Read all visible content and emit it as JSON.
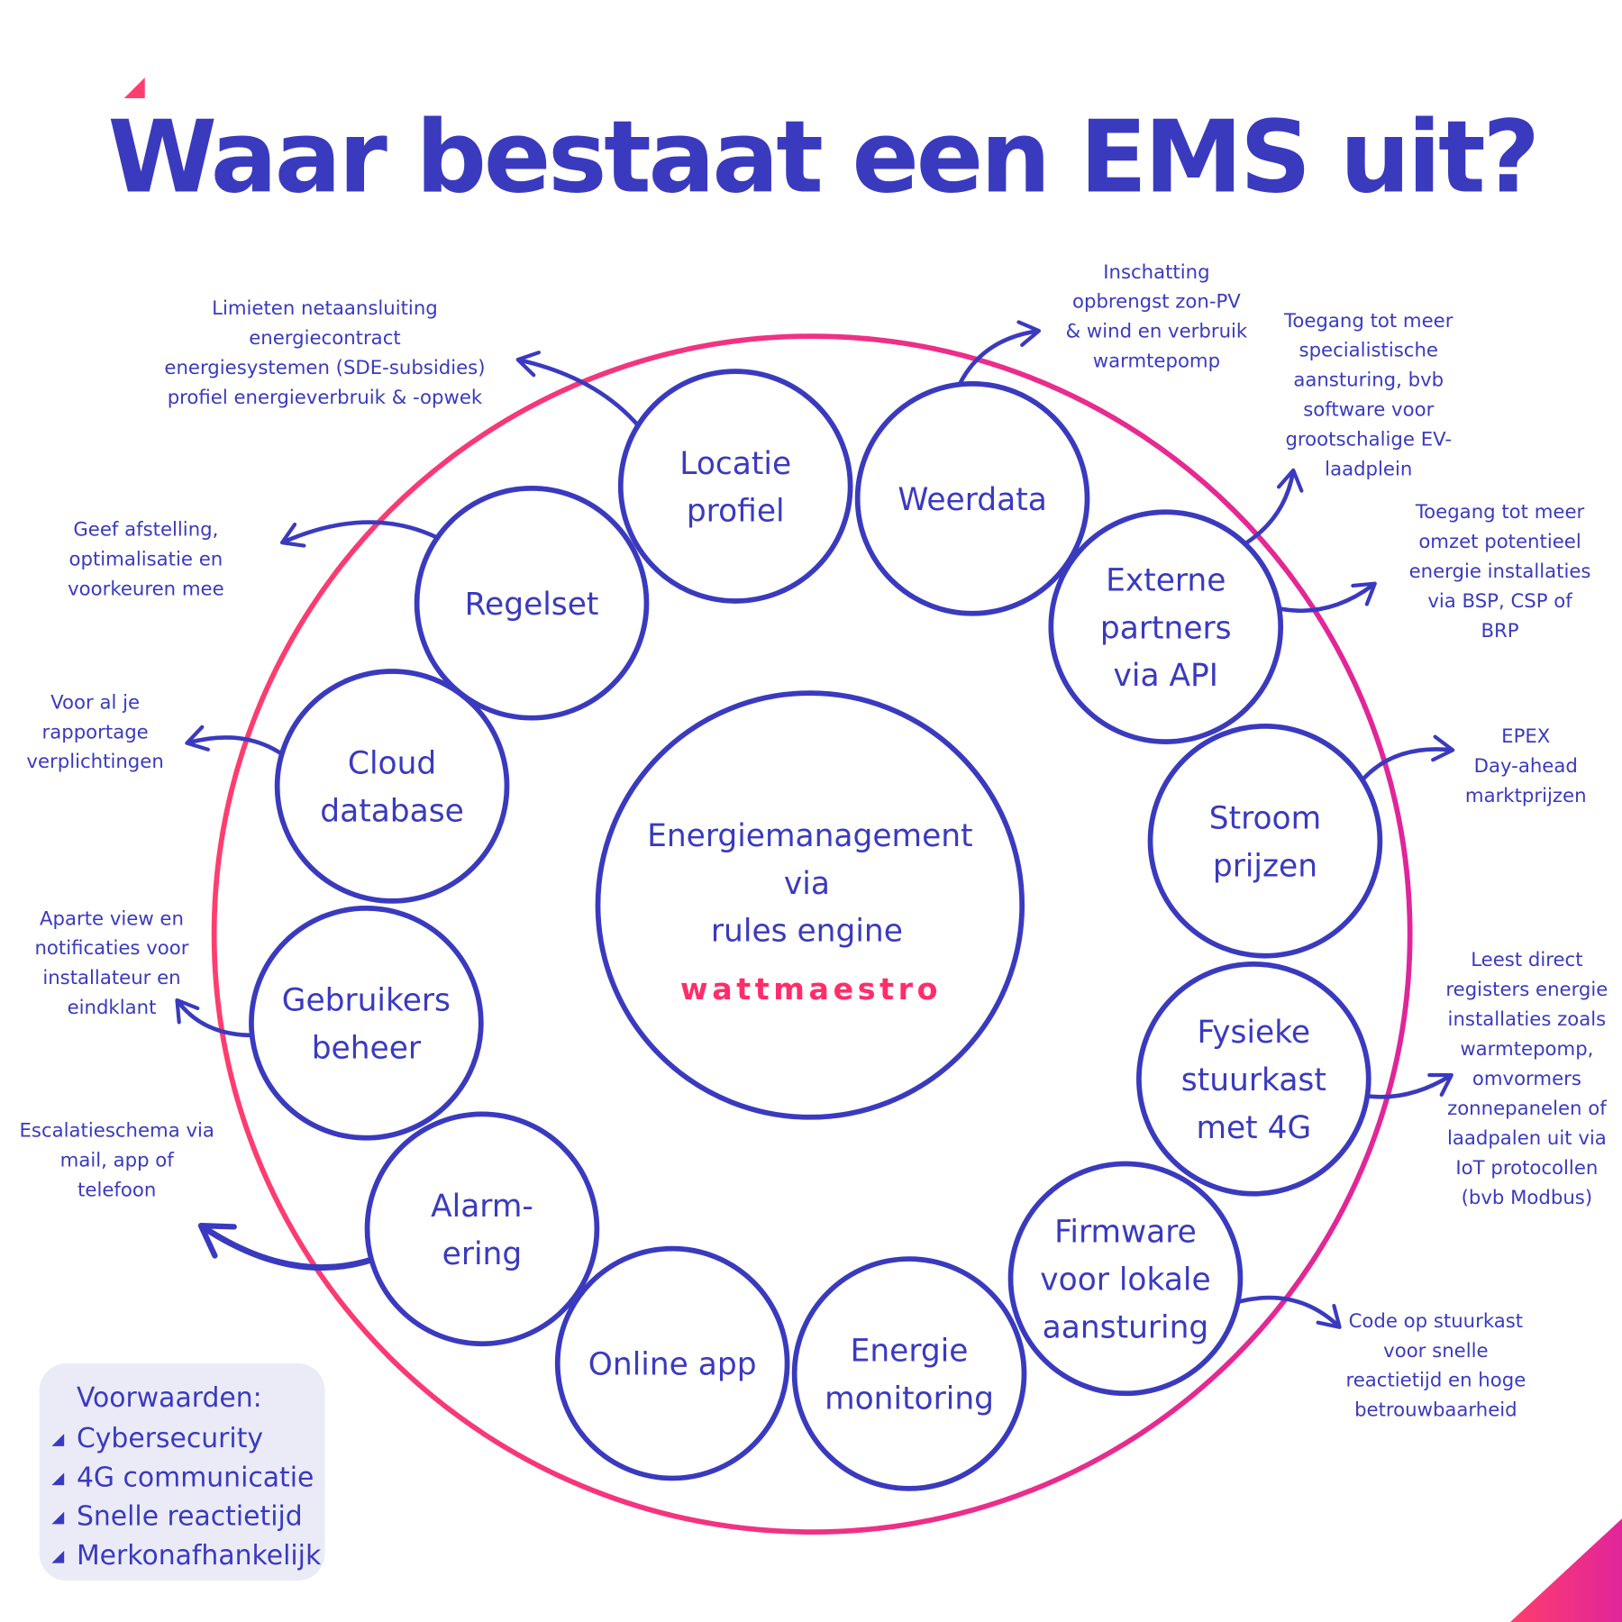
{
  "title": "Waar bestaat een EMS uit?",
  "colors": {
    "primary": "#3a3abf",
    "accent_start": "#ff3d6e",
    "accent_end": "#e0259a",
    "box": "#ebebf8"
  },
  "center": {
    "lines": [
      "Energiemanagement",
      "via",
      "rules engine"
    ],
    "logo": "wattmaestro"
  },
  "nodes": [
    {
      "id": "locatie",
      "lines": [
        "Locatie",
        "profiel"
      ],
      "annotation": [
        "Limieten netaansluiting",
        "energiecontract",
        "energiesystemen (SDE-subsidies)",
        "profiel energieverbruik & -opwek"
      ]
    },
    {
      "id": "weerdata",
      "lines": [
        "Weerdata"
      ],
      "annotation": [
        "Inschatting",
        "opbrengst zon-PV",
        "& wind en verbruik",
        "warmtepomp"
      ]
    },
    {
      "id": "externe",
      "lines": [
        "Externe",
        "partners",
        "via API"
      ],
      "annotation": [
        "Toegang tot meer",
        "specialistische",
        "aansturing, bvb",
        "software voor",
        "grootschalige EV-",
        "laadplein"
      ],
      "annotation2": [
        "Toegang tot meer",
        "omzet potentieel",
        "energie installaties",
        "via BSP, CSP of",
        "BRP"
      ]
    },
    {
      "id": "stroom",
      "lines": [
        "Stroom",
        "prijzen"
      ],
      "annotation": [
        "EPEX",
        "Day-ahead",
        "marktprijzen"
      ]
    },
    {
      "id": "fysieke",
      "lines": [
        "Fysieke",
        "stuurkast",
        "met 4G"
      ],
      "annotation": [
        "Leest direct",
        "registers energie",
        "installaties zoals",
        "warmtepomp,",
        "omvormers",
        "zonnepanelen of",
        "laadpalen uit via",
        "IoT protocollen",
        "(bvb Modbus)"
      ]
    },
    {
      "id": "firmware",
      "lines": [
        "Firmware",
        "voor lokale",
        "aansturing"
      ],
      "annotation": [
        "Code op stuurkast",
        "voor snelle",
        "reactietijd en hoge",
        "betrouwbaarheid"
      ]
    },
    {
      "id": "monitoring",
      "lines": [
        "Energie",
        "monitoring"
      ]
    },
    {
      "id": "online",
      "lines": [
        "Online app"
      ]
    },
    {
      "id": "alarm",
      "lines": [
        "Alarm-",
        "ering"
      ],
      "annotation": [
        "Escalatieschema via",
        "mail, app of",
        "telefoon"
      ]
    },
    {
      "id": "gebruikers",
      "lines": [
        "Gebruikers",
        "beheer"
      ],
      "annotation": [
        "Aparte view en",
        "notificaties voor",
        "installateur en",
        "eindklant"
      ]
    },
    {
      "id": "cloud",
      "lines": [
        "Cloud",
        "database"
      ],
      "annotation": [
        "Voor al je",
        "rapportage",
        "verplichtingen"
      ]
    },
    {
      "id": "regelset",
      "lines": [
        "Regelset"
      ],
      "annotation": [
        "Geef afstelling,",
        "optimalisatie en",
        "voorkeuren mee"
      ]
    }
  ],
  "conditions": {
    "heading": "Voorwaarden:",
    "items": [
      "Cybersecurity",
      "4G communicatie",
      "Snelle reactietijd",
      "Merkonafhankelijk"
    ]
  }
}
